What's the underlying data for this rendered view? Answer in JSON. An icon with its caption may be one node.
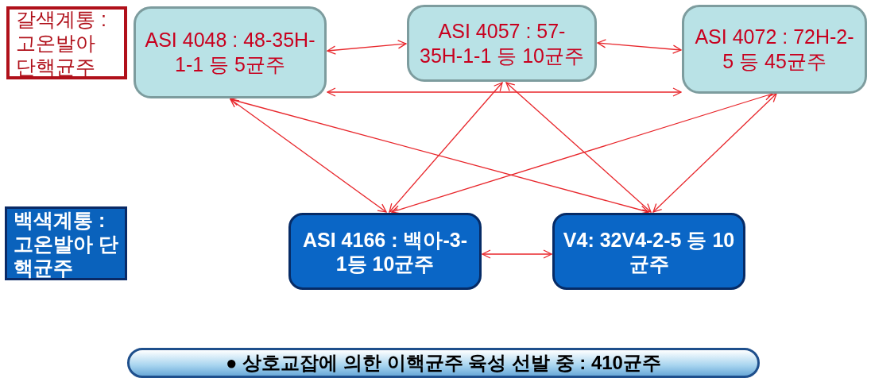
{
  "diagram": {
    "nodes": [
      {
        "text": [
          "갈색계통 : 고온발아 단핵균주"
        ]
      },
      {
        "text": [
          "ASI 4048 : 48-35H-1-1 등 5균주"
        ]
      },
      {
        "text": [
          "ASI 4057 : 57-35H-1-1 등 10균주"
        ]
      },
      {
        "text": [
          "ASI 4072 : 72H-2-5 등 45균주"
        ]
      },
      {
        "text": [
          "백색계통 : 고온발아 단핵균주"
        ]
      },
      {
        "text": [
          "ASI 4166 : 백아-3-1등 10균주"
        ]
      },
      {
        "text": [
          "V4: 32V4-2-5 등 10균주"
        ]
      },
      {
        "text": [
          "● 상호교잡에 의한 이핵균주 육성 선발 중 : 410균주"
        ]
      }
    ],
    "edges": [
      {
        "from": 1,
        "to": 2,
        "arrow": "both"
      },
      {
        "from": 2,
        "to": 3,
        "arrow": "both"
      },
      {
        "from": 1,
        "to": 3,
        "arrow": "both"
      },
      {
        "from": 1,
        "to": 5,
        "arrow": "both"
      },
      {
        "from": 1,
        "to": 6,
        "arrow": "both"
      },
      {
        "from": 2,
        "to": 5,
        "arrow": "both"
      },
      {
        "from": 2,
        "to": 6,
        "arrow": "both"
      },
      {
        "from": 3,
        "to": 5,
        "arrow": "both"
      },
      {
        "from": 3,
        "to": 6,
        "arrow": "both"
      },
      {
        "from": 5,
        "to": 6,
        "arrow": "both"
      }
    ]
  }
}
